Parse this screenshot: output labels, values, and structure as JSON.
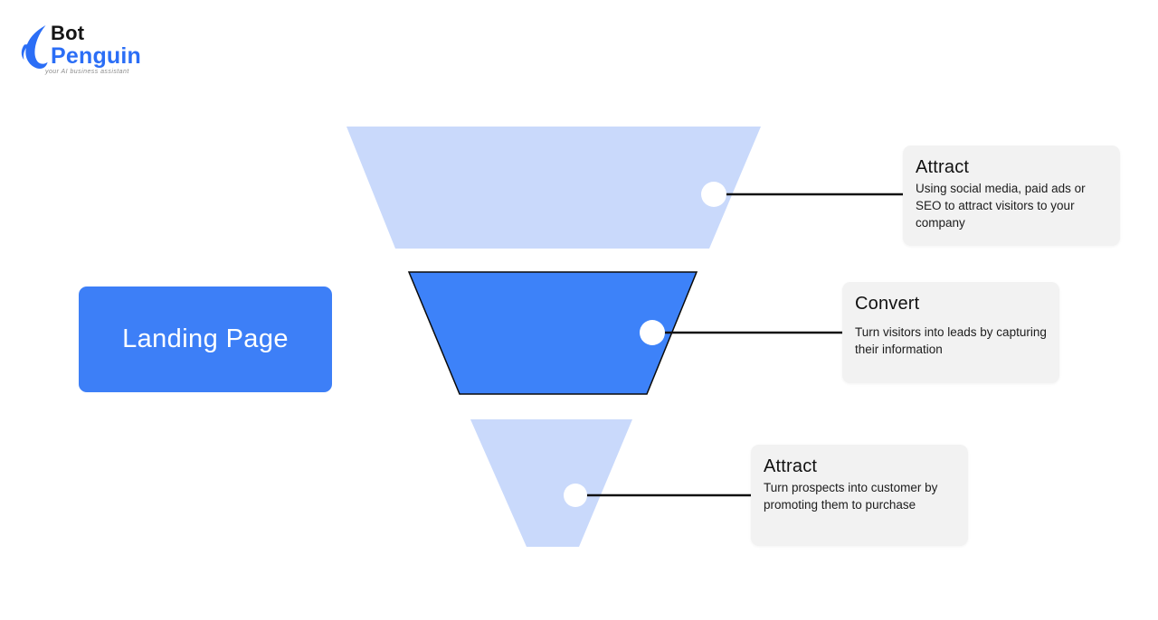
{
  "logo": {
    "brand_top": "Bot",
    "brand_bottom": "Penguin",
    "tagline": "your AI business assistant",
    "icon": "penguin-icon"
  },
  "node": {
    "label": "Landing Page"
  },
  "funnel": {
    "stages": [
      {
        "title": "Attract",
        "description": "Using social media, paid ads or SEO to attract visitors to your company",
        "fill": "#C9D9FB",
        "outlined": false
      },
      {
        "title": "Convert",
        "description": "Turn visitors into leads by capturing their information",
        "fill": "#3D82F9",
        "outlined": true
      },
      {
        "title": "Attract",
        "description": "Turn prospects into customer by promoting them to purchase",
        "fill": "#C9D9FB",
        "outlined": false
      }
    ]
  },
  "colors": {
    "accent_blue": "#3D7FF7",
    "light_blue": "#C9D9FB",
    "brand_blue": "#2B6EF6",
    "card_bg": "#F2F2F2",
    "connector": "#111111",
    "dot": "#FFFFFF"
  }
}
